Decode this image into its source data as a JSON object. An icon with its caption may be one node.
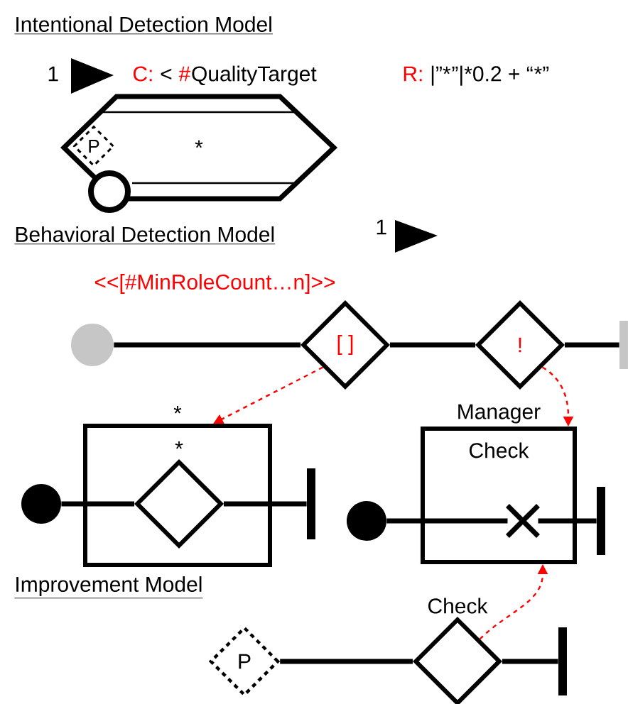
{
  "diagram": {
    "nodes": [
      {
        "text": [
          "*"
        ]
      },
      {
        "text": [
          "P"
        ],
        "in": 0
      },
      {
        "text": [],
        "shape": "circle"
      },
      {
        "text": [],
        "shape": "circle"
      },
      {
        "text": [
          "[ ]"
        ]
      },
      {
        "text": [
          "!"
        ]
      },
      {
        "text": [],
        "shape": "bar"
      },
      {
        "text": [
          "*"
        ]
      },
      {
        "text": [
          "*"
        ],
        "in": 7
      },
      {
        "text": [],
        "shape": "circle"
      },
      {
        "text": [],
        "shape": "bar"
      },
      {
        "text": [
          "Manager",
          "Check"
        ]
      },
      {
        "text": [],
        "shape": "circle"
      },
      {
        "text": [],
        "shape": "cross",
        "in": 11
      },
      {
        "text": [],
        "shape": "bar"
      },
      {
        "text": [
          "P"
        ]
      },
      {
        "text": [
          "Check"
        ]
      },
      {
        "text": [],
        "shape": "bar"
      }
    ],
    "edges": [
      {
        "from": 3,
        "to": 4,
        "arrow": "none"
      },
      {
        "from": 4,
        "to": 5,
        "arrow": "none"
      },
      {
        "from": 5,
        "to": 6,
        "arrow": "none"
      },
      {
        "from": 4,
        "to": 7,
        "arrow": "to",
        "style": "dashed",
        "color": "#ff0000"
      },
      {
        "from": 5,
        "to": 11,
        "arrow": "to",
        "style": "dashed",
        "color": "#ff0000"
      },
      {
        "from": 9,
        "to": 8,
        "arrow": "none"
      },
      {
        "from": 8,
        "to": 10,
        "arrow": "none"
      },
      {
        "from": 12,
        "to": 13,
        "arrow": "none"
      },
      {
        "from": 13,
        "to": 14,
        "arrow": "none"
      },
      {
        "from": 15,
        "to": 16,
        "arrow": "none"
      },
      {
        "from": 16,
        "to": 17,
        "arrow": "none"
      },
      {
        "from": 16,
        "to": 11,
        "arrow": "to",
        "style": "dashed",
        "color": "#ff0000"
      }
    ],
    "labels": [
      "Intentional Detection Model",
      "1",
      "C:",
      "<",
      "#",
      "QualityTarget",
      "R:",
      "|”*",
      "”|*0.2 + “",
      "*”",
      "Behavioral Detection Model",
      "1",
      "<<[#MinRoleCount…n]>>",
      "Improvement Model"
    ]
  }
}
